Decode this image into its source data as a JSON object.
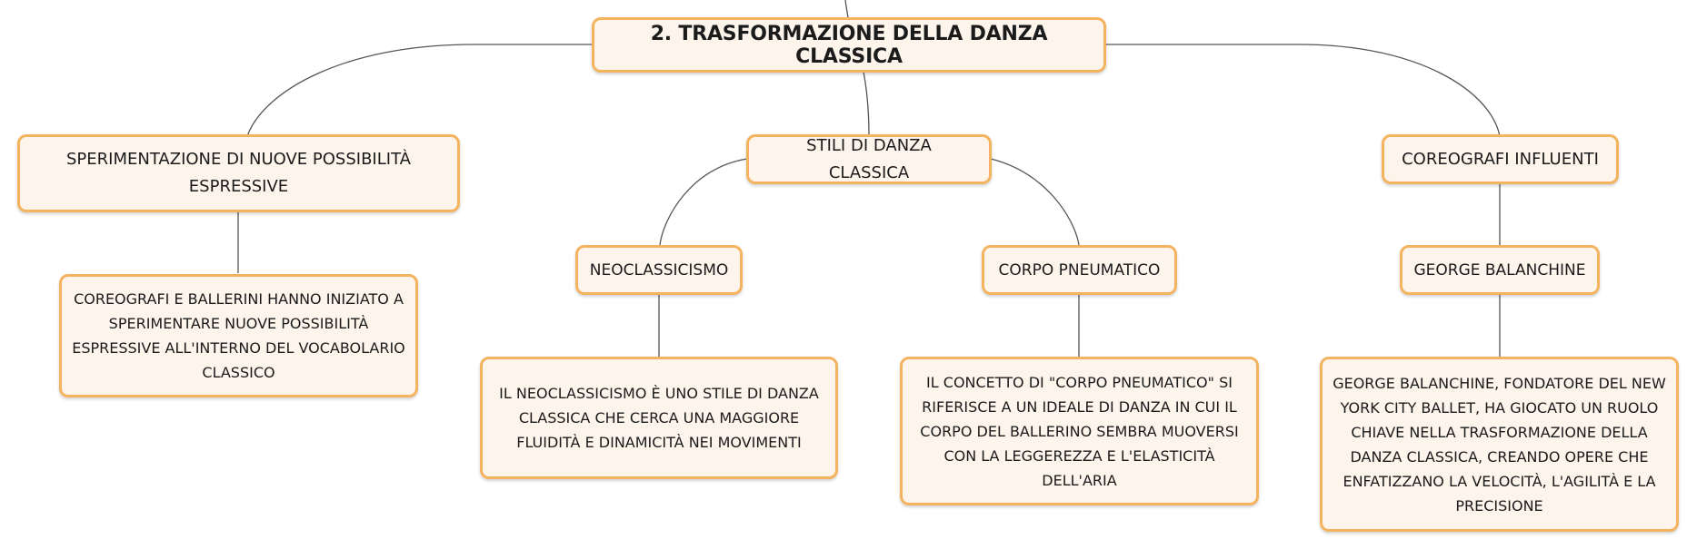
{
  "root": {
    "label": "2. TRASFORMAZIONE DELLA DANZA CLASSICA"
  },
  "branches": [
    {
      "label": "SPERIMENTAZIONE DI NUOVE POSSIBILITÀ ESPRESSIVE",
      "children": [
        {
          "label": "COREOGRAFI E BALLERINI HANNO INIZIATO A SPERIMENTARE NUOVE POSSIBILITÀ ESPRESSIVE ALL'INTERNO DEL VOCABOLARIO CLASSICO"
        }
      ]
    },
    {
      "label": "STILI DI DANZA CLASSICA",
      "children": [
        {
          "label": "NEOCLASSICISMO",
          "detail": "IL NEOCLASSICISMO È UNO STILE DI DANZA CLASSICA CHE CERCA UNA MAGGIORE FLUIDITÀ E DINAMICITÀ NEI MOVIMENTI"
        },
        {
          "label": "CORPO PNEUMATICO",
          "detail": "IL CONCETTO DI \"CORPO PNEUMATICO\" SI RIFERISCE A UN IDEALE DI DANZA IN CUI IL CORPO DEL BALLERINO SEMBRA MUOVERSI CON LA LEGGEREZZA E L'ELASTICITÀ DELL'ARIA"
        }
      ]
    },
    {
      "label": "COREOGRAFI INFLUENTI",
      "children": [
        {
          "label": "GEORGE BALANCHINE",
          "detail": "GEORGE BALANCHINE, FONDATORE DEL NEW YORK CITY BALLET, HA GIOCATO UN RUOLO CHIAVE NELLA TRASFORMAZIONE DELLA DANZA CLASSICA, CREANDO OPERE CHE ENFATIZZANO LA VELOCITÀ, L'AGILITÀ E LA PRECISIONE"
        }
      ]
    }
  ],
  "colors": {
    "node_fill": "#fdf4ec",
    "node_border": "#f4b45f",
    "connector": "#555555"
  }
}
